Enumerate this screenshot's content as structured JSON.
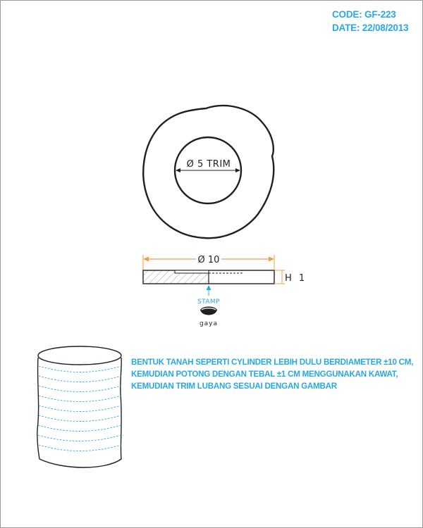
{
  "header": {
    "code": "CODE: GF-223",
    "date": "DATE: 22/08/2013"
  },
  "top_view": {
    "inner_label": "Ø 5 TRIM"
  },
  "side_view": {
    "diameter_label": "Ø 10",
    "height_label": "H 1"
  },
  "stamp": {
    "label": "STAMP",
    "brand": "gaya"
  },
  "instructions": {
    "lines": [
      "BENTUK TANAH SEPERTI CYLINDER LEBIH DULU  BERDIAMETER ±10 CM,",
      "KEMUDIAN POTONG DENGAN TEBAL ±1 CM MENGGUNAKAN KAWAT,",
      "KEMUDIAN TRIM LUBANG SESUAI DENGAN GAMBAR"
    ]
  },
  "colors": {
    "accent_blue": "#29a8e0",
    "dimension_orange": "#f0a040",
    "outline": "#231f20"
  }
}
